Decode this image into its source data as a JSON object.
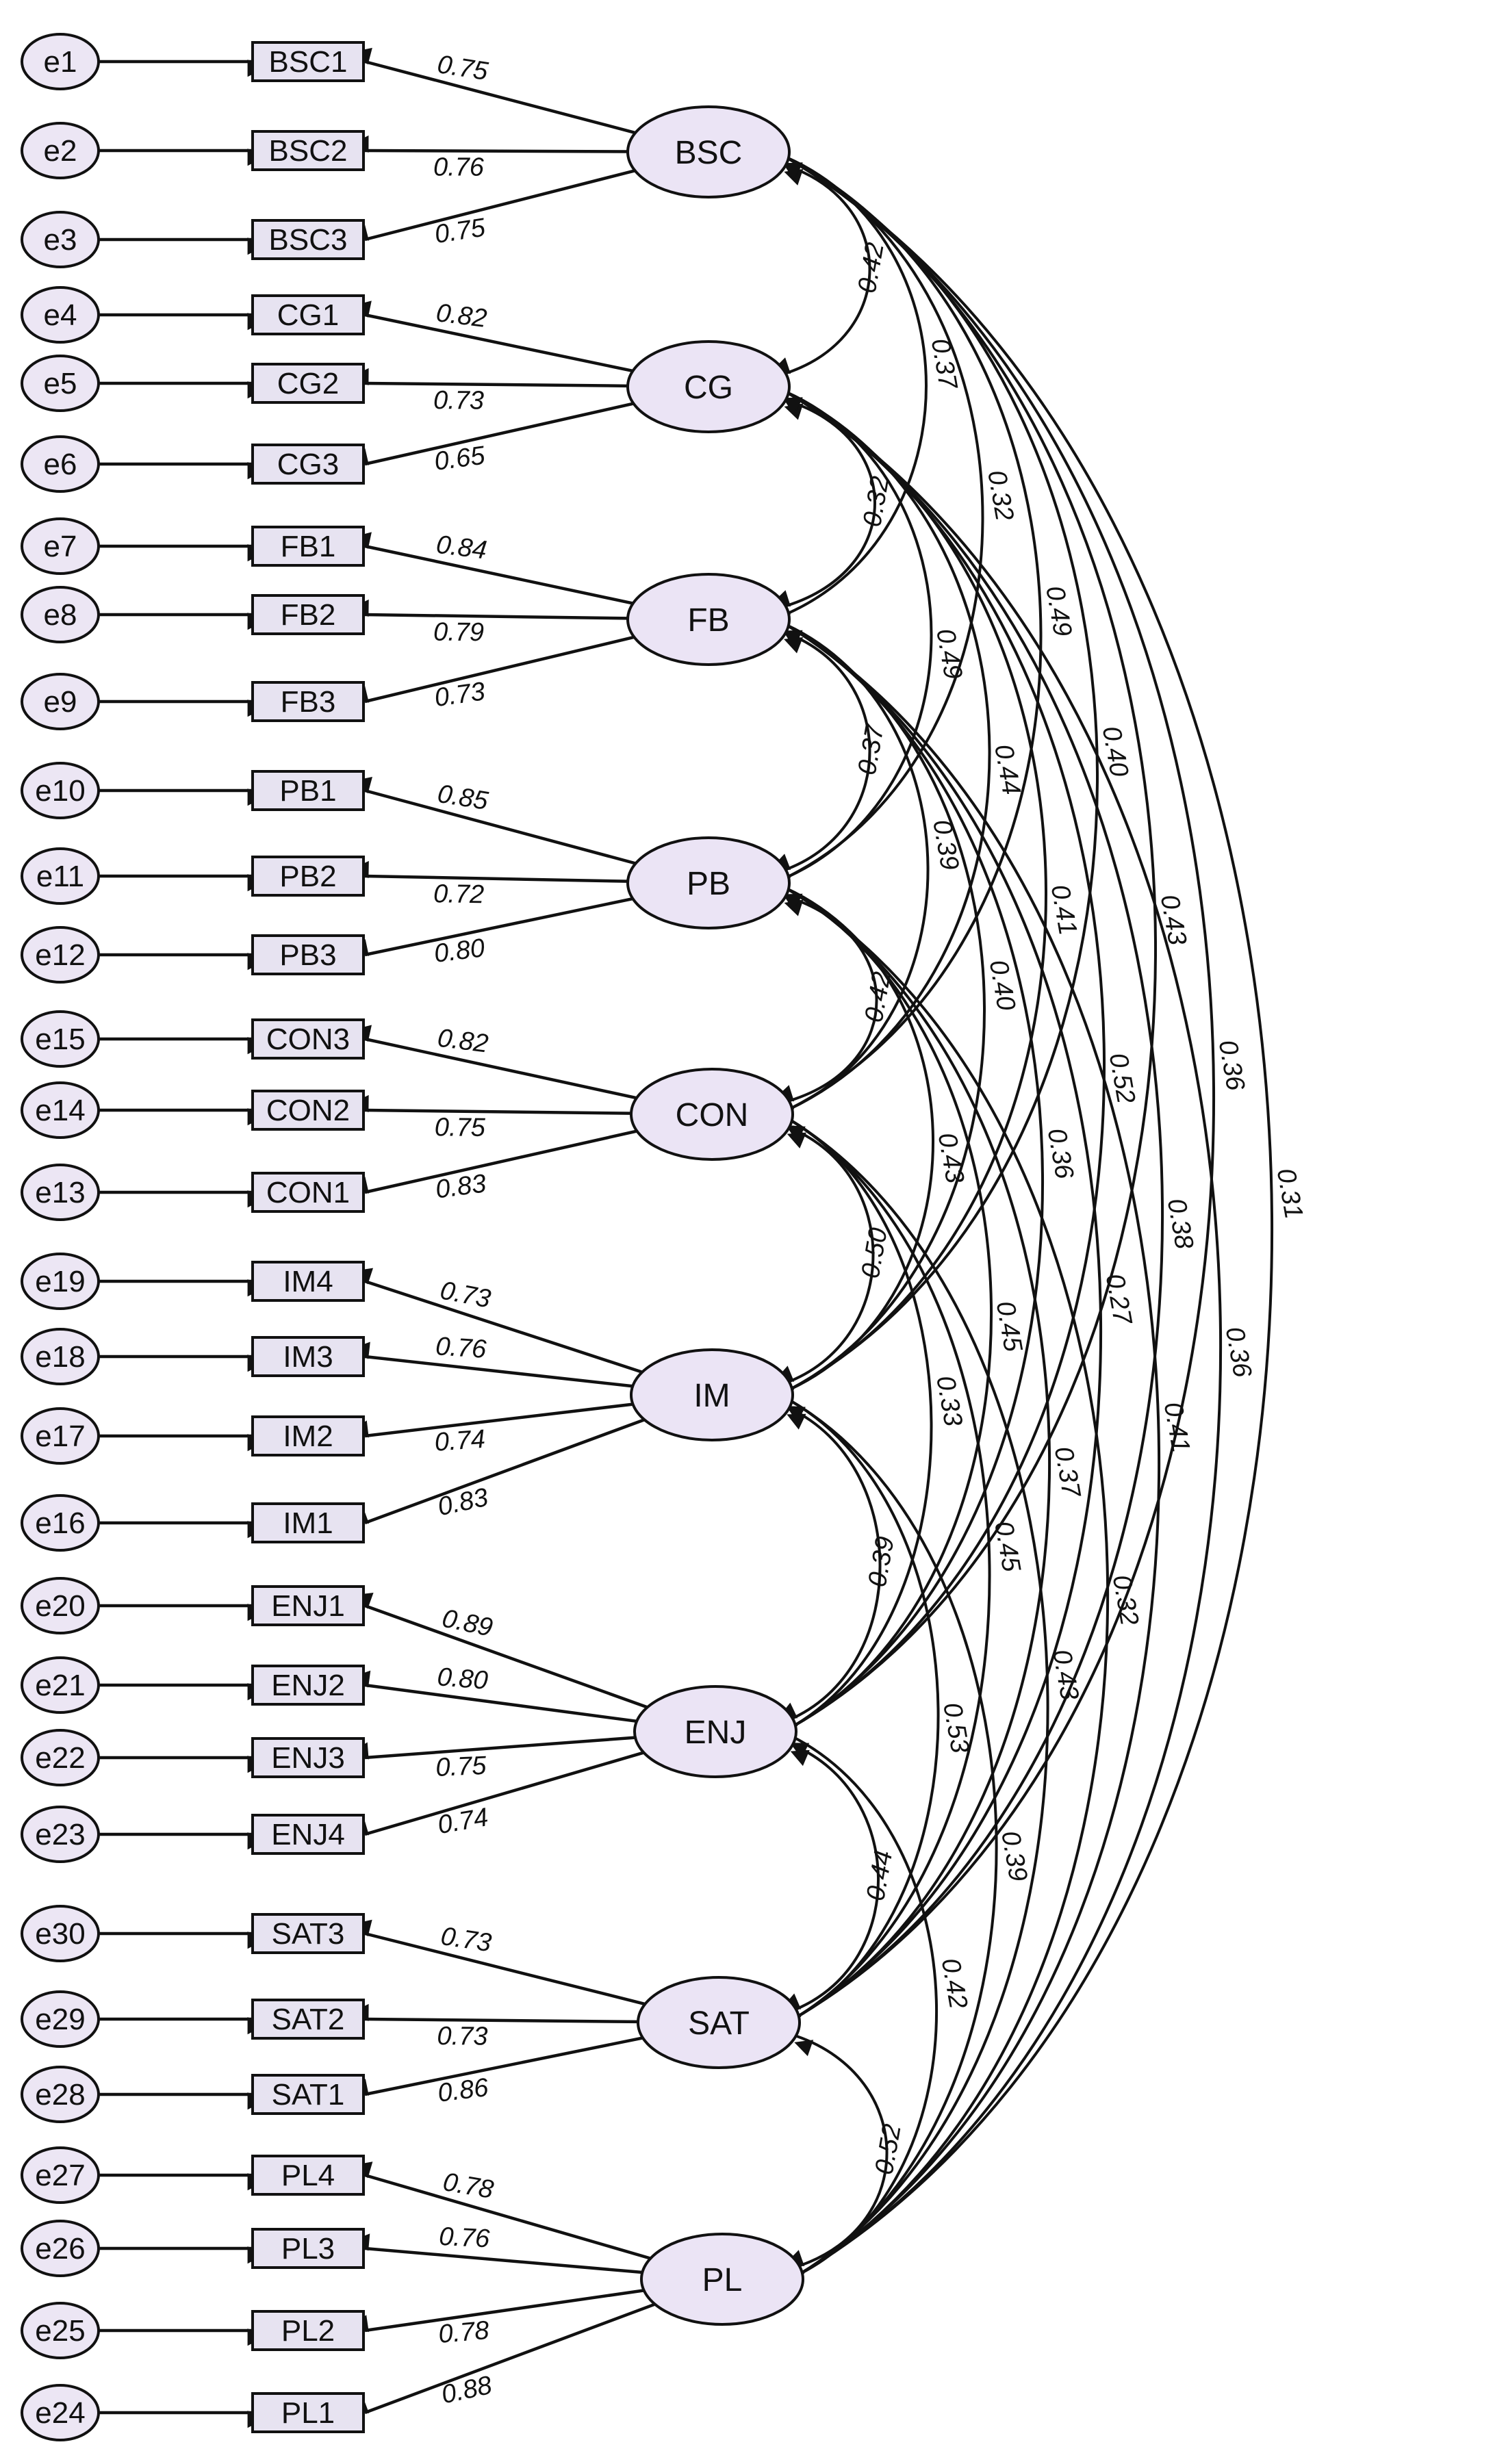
{
  "latents": [
    {
      "id": "BSC",
      "label": "BSC",
      "indicators": [
        {
          "label": "BSC1",
          "error": "e1",
          "loading": "0.75"
        },
        {
          "label": "BSC2",
          "error": "e2",
          "loading": "0.76"
        },
        {
          "label": "BSC3",
          "error": "e3",
          "loading": "0.75"
        }
      ]
    },
    {
      "id": "CG",
      "label": "CG",
      "indicators": [
        {
          "label": "CG1",
          "error": "e4",
          "loading": "0.82"
        },
        {
          "label": "CG2",
          "error": "e5",
          "loading": "0.73"
        },
        {
          "label": "CG3",
          "error": "e6",
          "loading": "0.65"
        }
      ]
    },
    {
      "id": "FB",
      "label": "FB",
      "indicators": [
        {
          "label": "FB1",
          "error": "e7",
          "loading": "0.84"
        },
        {
          "label": "FB2",
          "error": "e8",
          "loading": "0.79"
        },
        {
          "label": "FB3",
          "error": "e9",
          "loading": "0.73"
        }
      ]
    },
    {
      "id": "PB",
      "label": "PB",
      "indicators": [
        {
          "label": "PB1",
          "error": "e10",
          "loading": "0.85"
        },
        {
          "label": "PB2",
          "error": "e11",
          "loading": "0.72"
        },
        {
          "label": "PB3",
          "error": "e12",
          "loading": "0.80"
        }
      ]
    },
    {
      "id": "CON",
      "label": "CON",
      "indicators": [
        {
          "label": "CON3",
          "error": "e15",
          "loading": "0.82"
        },
        {
          "label": "CON2",
          "error": "e14",
          "loading": "0.75"
        },
        {
          "label": "CON1",
          "error": "e13",
          "loading": "0.83"
        }
      ]
    },
    {
      "id": "IM",
      "label": "IM",
      "indicators": [
        {
          "label": "IM4",
          "error": "e19",
          "loading": "0.73"
        },
        {
          "label": "IM3",
          "error": "e18",
          "loading": "0.76"
        },
        {
          "label": "IM2",
          "error": "e17",
          "loading": "0.74"
        },
        {
          "label": "IM1",
          "error": "e16",
          "loading": "0.83"
        }
      ]
    },
    {
      "id": "ENJ",
      "label": "ENJ",
      "indicators": [
        {
          "label": "ENJ1",
          "error": "e20",
          "loading": "0.89"
        },
        {
          "label": "ENJ2",
          "error": "e21",
          "loading": "0.80"
        },
        {
          "label": "ENJ3",
          "error": "e22",
          "loading": "0.75"
        },
        {
          "label": "ENJ4",
          "error": "e23",
          "loading": "0.74"
        }
      ]
    },
    {
      "id": "SAT",
      "label": "SAT",
      "indicators": [
        {
          "label": "SAT3",
          "error": "e30",
          "loading": "0.73"
        },
        {
          "label": "SAT2",
          "error": "e29",
          "loading": "0.73"
        },
        {
          "label": "SAT1",
          "error": "e28",
          "loading": "0.86"
        }
      ]
    },
    {
      "id": "PL",
      "label": "PL",
      "indicators": [
        {
          "label": "PL4",
          "error": "e27",
          "loading": "0.78"
        },
        {
          "label": "PL3",
          "error": "e26",
          "loading": "0.76"
        },
        {
          "label": "PL2",
          "error": "e25",
          "loading": "0.78"
        },
        {
          "label": "PL1",
          "error": "e24",
          "loading": "0.88"
        }
      ]
    }
  ],
  "covariances": [
    {
      "a": "BSC",
      "b": "CG",
      "value": "0.42"
    },
    {
      "a": "CG",
      "b": "FB",
      "value": "0.32"
    },
    {
      "a": "FB",
      "b": "PB",
      "value": "0.37"
    },
    {
      "a": "PB",
      "b": "CON",
      "value": "0.42"
    },
    {
      "a": "CON",
      "b": "IM",
      "value": "0.50"
    },
    {
      "a": "IM",
      "b": "ENJ",
      "value": "0.39"
    },
    {
      "a": "ENJ",
      "b": "SAT",
      "value": "0.44"
    },
    {
      "a": "SAT",
      "b": "PL",
      "value": "0.52"
    },
    {
      "a": "BSC",
      "b": "FB",
      "value": "0.37"
    },
    {
      "a": "CG",
      "b": "PB",
      "value": "0.49"
    },
    {
      "a": "FB",
      "b": "CON",
      "value": "0.39"
    },
    {
      "a": "PB",
      "b": "IM",
      "value": "0.43"
    },
    {
      "a": "CON",
      "b": "ENJ",
      "value": "0.33"
    },
    {
      "a": "IM",
      "b": "SAT",
      "value": "0.53"
    },
    {
      "a": "ENJ",
      "b": "PL",
      "value": "0.42"
    },
    {
      "a": "BSC",
      "b": "PB",
      "value": "0.32"
    },
    {
      "a": "CG",
      "b": "CON",
      "value": "0.44"
    },
    {
      "a": "FB",
      "b": "IM",
      "value": "0.40"
    },
    {
      "a": "PB",
      "b": "ENJ",
      "value": "0.45"
    },
    {
      "a": "CON",
      "b": "SAT",
      "value": "0.45"
    },
    {
      "a": "IM",
      "b": "PL",
      "value": "0.39"
    },
    {
      "a": "BSC",
      "b": "CON",
      "value": "0.49"
    },
    {
      "a": "CG",
      "b": "IM",
      "value": "0.41"
    },
    {
      "a": "FB",
      "b": "ENJ",
      "value": "0.36"
    },
    {
      "a": "PB",
      "b": "SAT",
      "value": "0.37"
    },
    {
      "a": "CON",
      "b": "PL",
      "value": "0.43"
    },
    {
      "a": "BSC",
      "b": "IM",
      "value": "0.40"
    },
    {
      "a": "CG",
      "b": "ENJ",
      "value": "0.52"
    },
    {
      "a": "FB",
      "b": "SAT",
      "value": "0.27"
    },
    {
      "a": "PB",
      "b": "PL",
      "value": "0.32"
    },
    {
      "a": "BSC",
      "b": "ENJ",
      "value": "0.43"
    },
    {
      "a": "CG",
      "b": "SAT",
      "value": "0.38"
    },
    {
      "a": "FB",
      "b": "PL",
      "value": "0.41"
    },
    {
      "a": "BSC",
      "b": "SAT",
      "value": "0.36"
    },
    {
      "a": "CG",
      "b": "PL",
      "value": "0.36"
    },
    {
      "a": "BSC",
      "b": "PL",
      "value": "0.31"
    }
  ]
}
